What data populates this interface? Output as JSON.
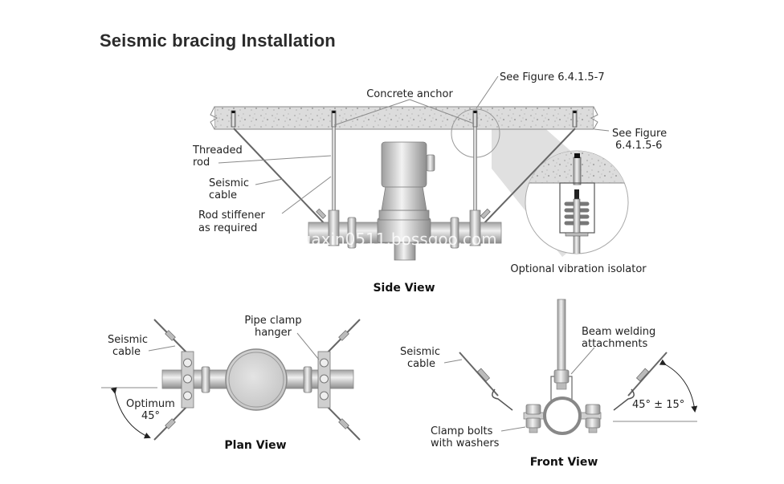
{
  "title": "Seismic bracing Installation",
  "side_view": {
    "caption": "Side View",
    "labels": {
      "concrete_anchor": "Concrete anchor",
      "see_figure_7": "See Figure 6.4.1.5-7",
      "see_figure_6_line1": "See Figure",
      "see_figure_6_line2": "6.4.1.5-6",
      "threaded_rod_line1": "Threaded",
      "threaded_rod_line2": "rod",
      "seismic_cable_line1": "Seismic",
      "seismic_cable_line2": "cable",
      "rod_stiffener_line1": "Rod stiffener",
      "rod_stiffener_line2": "as required",
      "vibration_isolator": "Optional vibration isolator"
    },
    "watermark": "huaxin0511.bossgoo.com"
  },
  "plan_view": {
    "caption": "Plan View",
    "labels": {
      "seismic_cable_line1": "Seismic",
      "seismic_cable_line2": "cable",
      "pipe_clamp_line1": "Pipe clamp",
      "pipe_clamp_line2": "hanger",
      "optimum_line1": "Optimum",
      "optimum_line2": "45°"
    }
  },
  "front_view": {
    "caption": "Front View",
    "labels": {
      "seismic_cable_line1": "Seismic",
      "seismic_cable_line2": "cable",
      "beam_welding_line1": "Beam welding",
      "beam_welding_line2": "attachments",
      "clamp_bolts_line1": "Clamp bolts",
      "clamp_bolts_line2": "with washers",
      "angle": "45° ± 15°"
    }
  },
  "colors": {
    "concrete": "#d9d9d9",
    "metal": "#c8c8c8",
    "line": "#555555",
    "text": "#222222"
  }
}
